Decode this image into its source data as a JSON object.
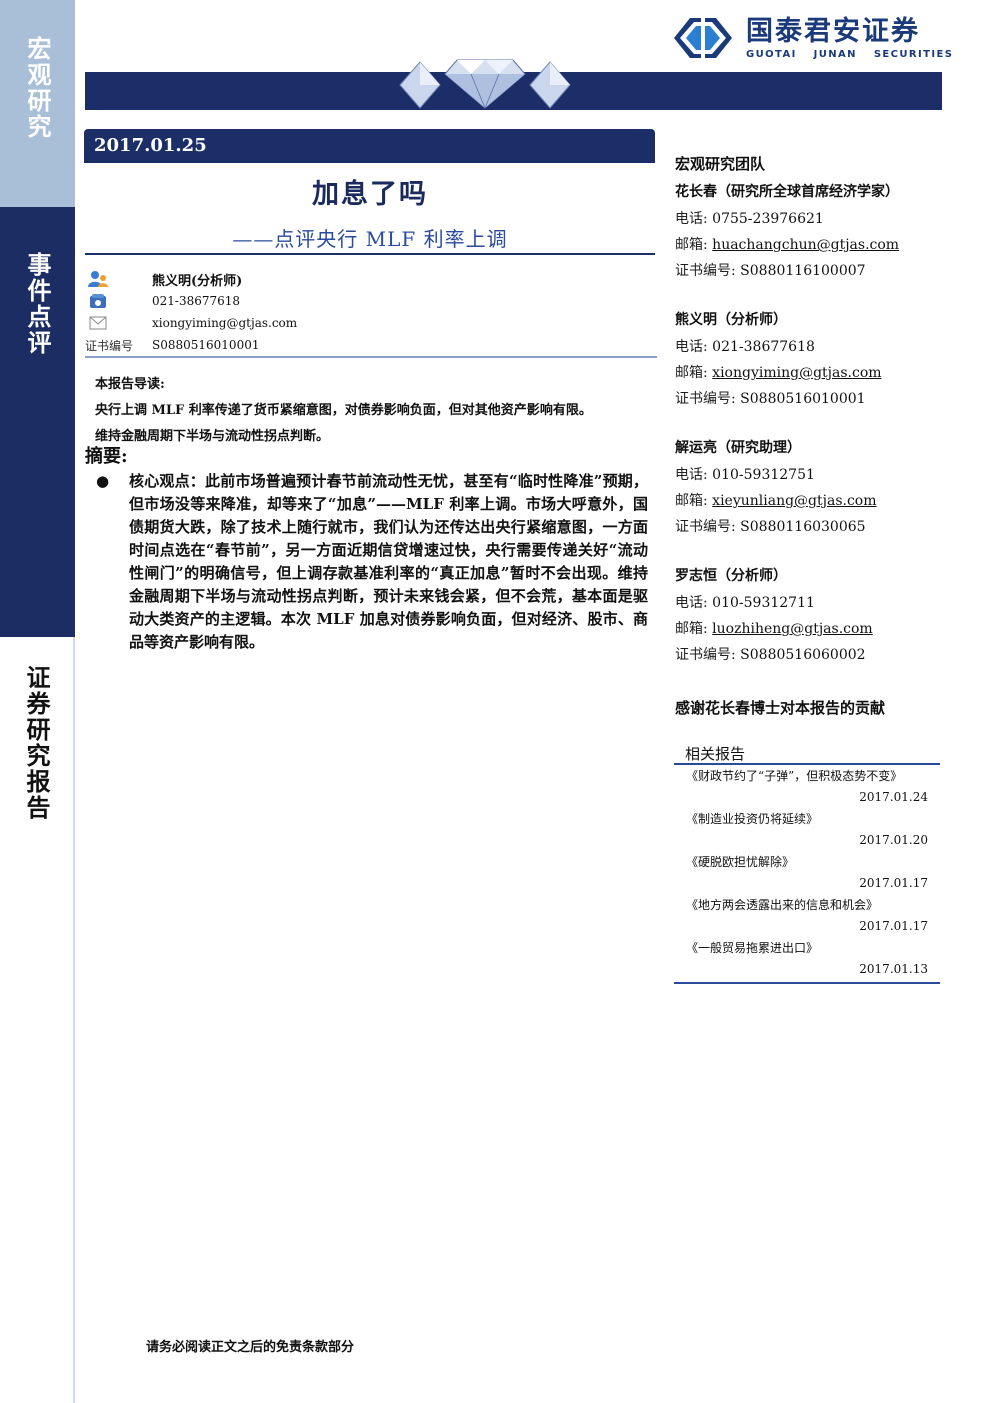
{
  "sidebar": {
    "category": "宏观研究",
    "type": "事件点评",
    "doc": "证券研究报告"
  },
  "brand": {
    "name_cn": "国泰君安证券",
    "name_en": "GUOTAI JUNAN SECURITIES",
    "color": "#1c2e68"
  },
  "report": {
    "date": "2017.01.25",
    "title": "加息了吗",
    "subtitle": "——点评央行 MLF 利率上调"
  },
  "author": {
    "name": "熊义明(分析师)",
    "phone": "021-38677618",
    "email": "xiongyiming@gtjas.com",
    "cert_label": "证书编号",
    "cert": "S0880516010001"
  },
  "guide": {
    "heading": "本报告导读:",
    "lines": [
      "央行上调 MLF 利率传递了货币紧缩意图，对债券影响负面，但对其他资产影响有限。",
      "维持金融周期下半场与流动性拐点判断。"
    ]
  },
  "summary": {
    "heading": "摘要:",
    "bullet": "●",
    "text": "核心观点：此前市场普遍预计春节前流动性无忧，甚至有“临时性降准”预期，但市场没等来降准，却等来了“加息”——MLF 利率上调。市场大呼意外，国债期货大跌，除了技术上随行就市，我们认为还传达出央行紧缩意图，一方面时间点选在“春节前”，另一方面近期信贷增速过快，央行需要传递关好“流动性闸门”的明确信号，但上调存款基准利率的“真正加息”暂时不会出现。维持金融周期下半场与流动性拐点判断，预计未来钱会紧，但不会荒，基本面是驱动大类资产的主逻辑。本次 MLF 加息对债券影响负面，但对经济、股市、商品等资产影响有限。"
  },
  "team": {
    "heading": "宏观研究团队",
    "labels": {
      "phone": "电话:",
      "email": "邮箱:",
      "cert": "证书编号:"
    },
    "members": [
      {
        "name": "花长春（研究所全球首席经济学家）",
        "phone": "0755-23976621",
        "email": "huachangchun@gtjas.com",
        "cert": "S0880116100007"
      },
      {
        "name": "熊义明（分析师）",
        "phone": "021-38677618",
        "email": "xiongyiming@gtjas.com",
        "cert": "S0880516010001"
      },
      {
        "name": "解运亮（研究助理）",
        "phone": "010-59312751",
        "email": "xieyunliang@gtjas.com",
        "cert": "S0880116030065"
      },
      {
        "name": "罗志恒（分析师）",
        "phone": "010-59312711",
        "email": "luozhiheng@gtjas.com",
        "cert": "S0880516060002"
      }
    ]
  },
  "thanks": "感谢花长春博士对本报告的贡献",
  "related": {
    "heading": "相关报告",
    "items": [
      {
        "title": "《财政节约了“子弹”，但积极态势不变》",
        "date": "2017.01.24"
      },
      {
        "title": "《制造业投资仍将延续》",
        "date": "2017.01.20"
      },
      {
        "title": "《硬脱欧担忧解除》",
        "date": "2017.01.17"
      },
      {
        "title": "《地方两会透露出来的信息和机会》",
        "date": "2017.01.17"
      },
      {
        "title": "《一般贸易拖累进出口》",
        "date": "2017.01.13"
      }
    ]
  },
  "footer": "请务必阅读正文之后的免责条款部分"
}
